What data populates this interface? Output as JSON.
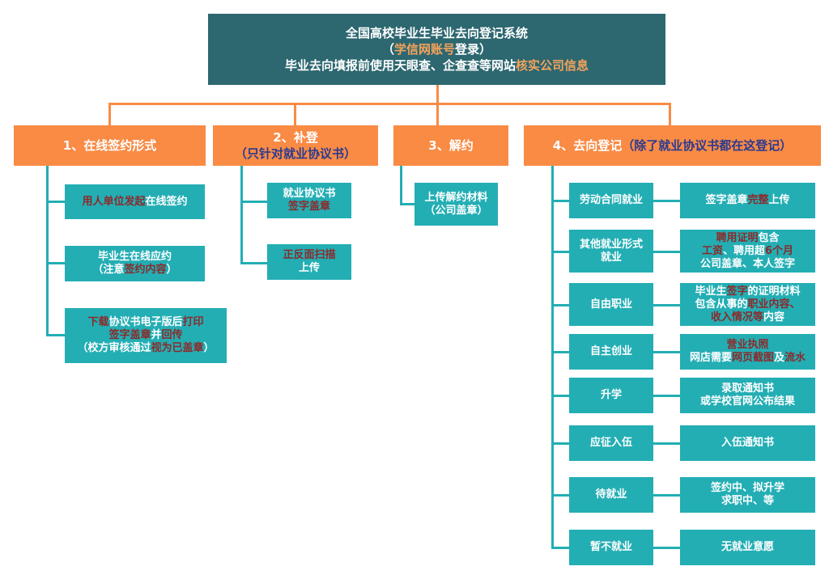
{
  "header": {
    "lines": [
      [
        {
          "t": "全国高校毕业生毕业去向登记系统",
          "c": "w"
        }
      ],
      [
        {
          "t": "（",
          "c": "w"
        },
        {
          "t": "学信网账号",
          "c": "o"
        },
        {
          "t": "登录）",
          "c": "w"
        }
      ],
      [
        {
          "t": "毕业去向填报前使用天眼查、企查查等网站",
          "c": "w"
        },
        {
          "t": "核实公司信息",
          "c": "o"
        }
      ]
    ]
  },
  "categories": [
    {
      "id": "online-sign",
      "lines": [
        [
          {
            "t": "1、在线签约形式",
            "c": "w"
          }
        ]
      ],
      "items": [
        {
          "lines": [
            [
              {
                "t": "用人单位发起",
                "c": "r"
              },
              {
                "t": "在线签约",
                "c": "w"
              }
            ]
          ]
        },
        {
          "lines": [
            [
              {
                "t": "毕业生在线应约",
                "c": "w"
              }
            ],
            [
              {
                "t": "（注意",
                "c": "w"
              },
              {
                "t": "签约内容",
                "c": "r"
              },
              {
                "t": "）",
                "c": "w"
              }
            ]
          ]
        },
        {
          "lines": [
            [
              {
                "t": "下载",
                "c": "r"
              },
              {
                "t": "协议书电子版后",
                "c": "w"
              },
              {
                "t": "打印",
                "c": "r"
              }
            ],
            [
              {
                "t": "签字盖章",
                "c": "r"
              },
              {
                "t": "并",
                "c": "w"
              },
              {
                "t": "回传",
                "c": "r"
              }
            ],
            [
              {
                "t": "（校方审核通过",
                "c": "w"
              },
              {
                "t": "视为已盖章",
                "c": "r"
              },
              {
                "t": "）",
                "c": "w"
              }
            ]
          ]
        }
      ]
    },
    {
      "id": "supplement",
      "lines": [
        [
          {
            "t": "2、补登",
            "c": "w"
          }
        ],
        [
          {
            "t": "（只针对就业协议书）",
            "c": "n"
          }
        ]
      ],
      "items": [
        {
          "lines": [
            [
              {
                "t": "就业协议书",
                "c": "w"
              }
            ],
            [
              {
                "t": "签字盖章",
                "c": "r"
              }
            ]
          ]
        },
        {
          "lines": [
            [
              {
                "t": "正反面扫描",
                "c": "r"
              }
            ],
            [
              {
                "t": "上传",
                "c": "w"
              }
            ]
          ]
        }
      ]
    },
    {
      "id": "terminate",
      "lines": [
        [
          {
            "t": "3、解约",
            "c": "w"
          }
        ]
      ],
      "items": [
        {
          "lines": [
            [
              {
                "t": "上传解约材料",
                "c": "w"
              }
            ],
            [
              {
                "t": "（公司盖章）",
                "c": "w"
              }
            ]
          ]
        }
      ]
    },
    {
      "id": "destination",
      "lines": [
        [
          {
            "t": "4、去向登记",
            "c": "w"
          },
          {
            "t": "（除了就业协议书都在这登记）",
            "c": "n"
          }
        ]
      ],
      "rows": [
        {
          "type": "劳动合同就业",
          "req": [
            [
              {
                "t": "签字盖章",
                "c": "w"
              },
              {
                "t": "完整",
                "c": "r"
              },
              {
                "t": "上传",
                "c": "w"
              }
            ]
          ]
        },
        {
          "type": "其他就业形式\n就业",
          "req": [
            [
              {
                "t": "聘用证明",
                "c": "r"
              },
              {
                "t": "包含",
                "c": "w"
              }
            ],
            [
              {
                "t": "工资",
                "c": "r"
              },
              {
                "t": "、聘用超",
                "c": "w"
              },
              {
                "t": "6个月",
                "c": "r"
              }
            ],
            [
              {
                "t": "公司盖章、本人签字",
                "c": "w"
              }
            ]
          ]
        },
        {
          "type": "自由职业",
          "req": [
            [
              {
                "t": "毕业生",
                "c": "w"
              },
              {
                "t": "签字",
                "c": "r"
              },
              {
                "t": "的证明材料",
                "c": "w"
              }
            ],
            [
              {
                "t": "包含从事的",
                "c": "w"
              },
              {
                "t": "职业内容、",
                "c": "r"
              }
            ],
            [
              {
                "t": "收入情况等",
                "c": "r"
              },
              {
                "t": "内容",
                "c": "w"
              }
            ]
          ]
        },
        {
          "type": "自主创业",
          "req": [
            [
              {
                "t": "营业执照",
                "c": "r"
              }
            ],
            [
              {
                "t": "网店需要",
                "c": "w"
              },
              {
                "t": "网页截图",
                "c": "r"
              },
              {
                "t": "及",
                "c": "w"
              },
              {
                "t": "流水",
                "c": "r"
              }
            ]
          ]
        },
        {
          "type": "升学",
          "req": [
            [
              {
                "t": "录取通知书",
                "c": "w"
              }
            ],
            [
              {
                "t": "或学校官网公布结果",
                "c": "w"
              }
            ]
          ]
        },
        {
          "type": "应征入伍",
          "req": [
            [
              {
                "t": "入伍通知书",
                "c": "w"
              }
            ]
          ]
        },
        {
          "type": "待就业",
          "req": [
            [
              {
                "t": "签约中、拟升学",
                "c": "w"
              }
            ],
            [
              {
                "t": "求职中、等",
                "c": "w"
              }
            ]
          ]
        },
        {
          "type": "暂不就业",
          "req": [
            [
              {
                "t": "无就业意愿",
                "c": "w"
              }
            ]
          ]
        }
      ]
    }
  ],
  "colors": {
    "header_bg": "#2d6770",
    "category_bg": "#f98b45",
    "leaf_bg": "#23aeb4",
    "highlight_orange": "#f3a35c",
    "highlight_red": "#8b2a2a",
    "highlight_navy": "#2b3a8f",
    "text_white": "#ffffff"
  }
}
